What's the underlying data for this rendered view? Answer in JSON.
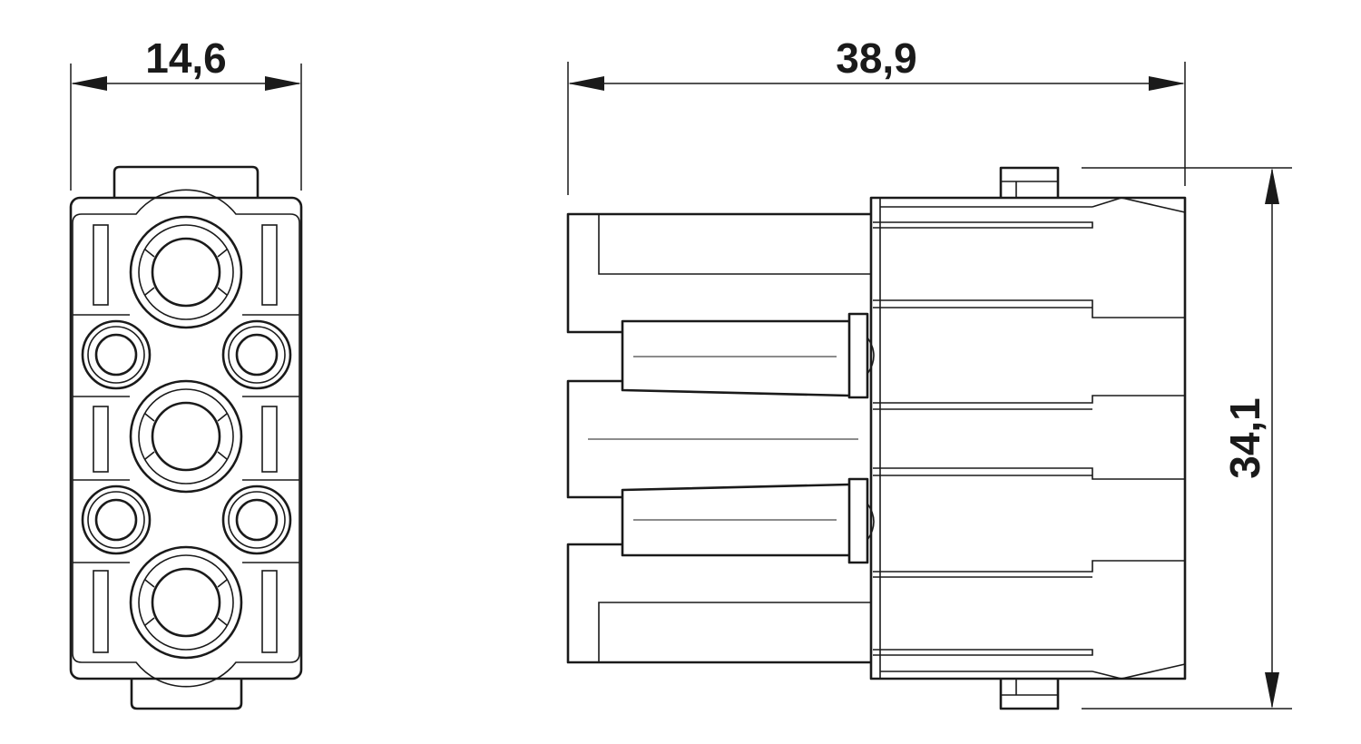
{
  "dimensions": {
    "width_front": "14,6",
    "length_side": "38,9",
    "height_side": "34,1"
  },
  "colors": {
    "line": "#1a1a1a",
    "background": "#ffffff"
  }
}
